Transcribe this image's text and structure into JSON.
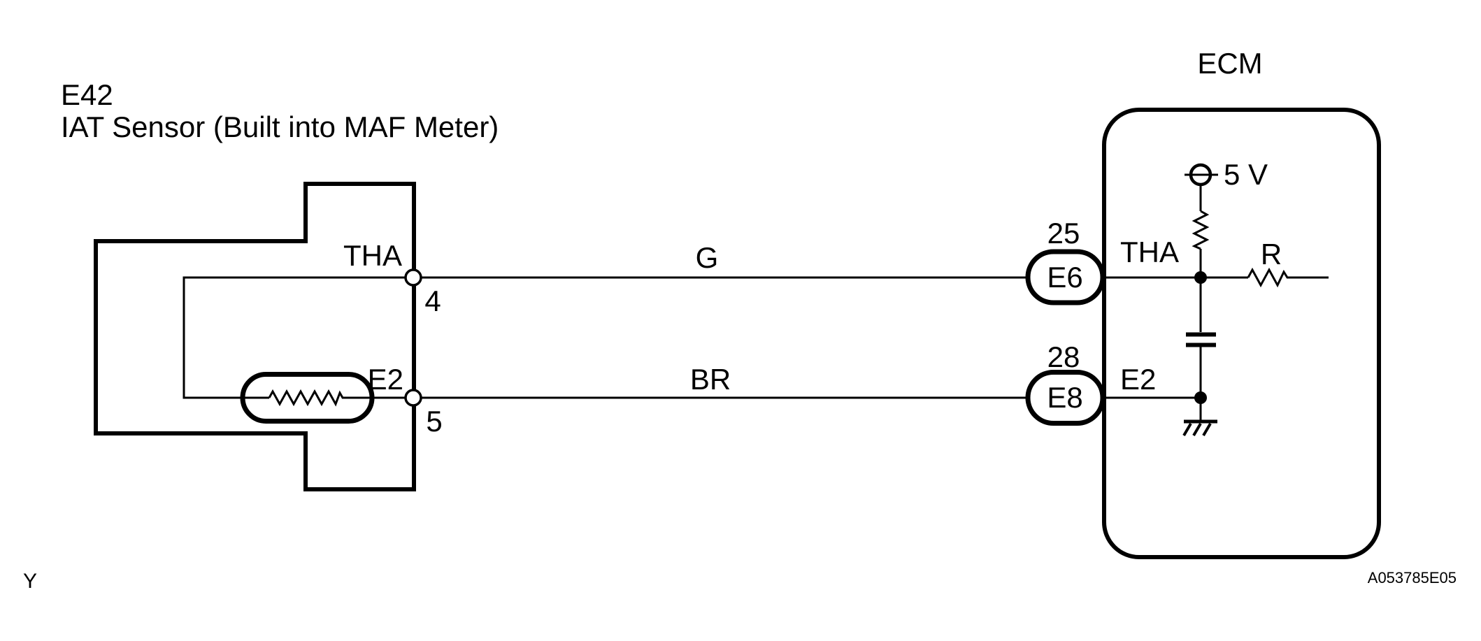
{
  "page": {
    "background_color": "#ffffff",
    "line_color": "#000000"
  },
  "sensor": {
    "id": "E42",
    "name": "IAT Sensor (Built into MAF Meter)",
    "terminal_tha": {
      "signal": "THA",
      "pin": "4"
    },
    "terminal_e2": {
      "signal": "E2",
      "pin": "5"
    }
  },
  "wires": {
    "top_label": "G",
    "bottom_label": "BR"
  },
  "ecm": {
    "title": "ECM",
    "pin_e6": {
      "number": "25",
      "terminal": "E6",
      "signal": "THA"
    },
    "pin_e8": {
      "number": "28",
      "terminal": "E8",
      "signal": "E2"
    },
    "supply_label": "5 V",
    "resistor_label": "R"
  },
  "footer": {
    "left_code": "Y",
    "right_code": "A053785E05"
  }
}
